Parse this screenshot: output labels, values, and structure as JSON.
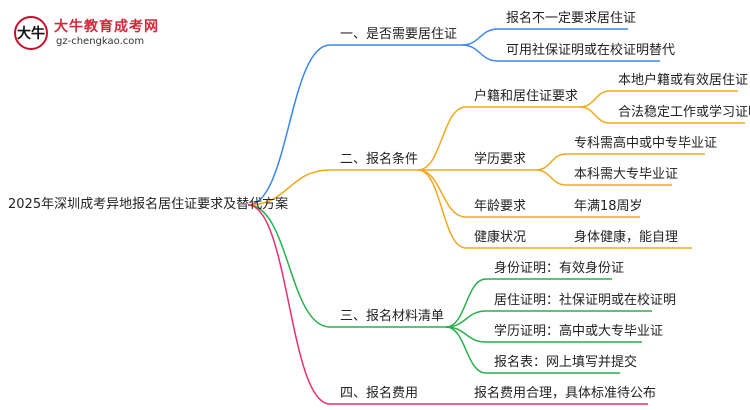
{
  "logo": {
    "mark": "大牛",
    "title": "大牛教育成考网",
    "url": "gz-chengkao.com"
  },
  "colors": {
    "branch1": "#3b86ee",
    "branch2": "#f2a81e",
    "branch3": "#27b04a",
    "branch4": "#e8306b"
  },
  "root": "2025年深圳成考异地报名居住证要求及替代方案",
  "branches": [
    {
      "label": "一、是否需要居住证",
      "children": [
        {
          "label": "报名不一定要求居住证"
        },
        {
          "label": "可用社保证明或在校证明替代"
        }
      ]
    },
    {
      "label": "二、报名条件",
      "children": [
        {
          "label": "户籍和居住证要求",
          "children": [
            {
              "label": "本地户籍或有效居住证"
            },
            {
              "label": "合法稳定工作或学习证明"
            }
          ]
        },
        {
          "label": "学历要求",
          "children": [
            {
              "label": "专科需高中或中专毕业证"
            },
            {
              "label": "本科需大专毕业证"
            }
          ]
        },
        {
          "label": "年龄要求",
          "children": [
            {
              "label": "年满18周岁"
            }
          ]
        },
        {
          "label": "健康状况",
          "children": [
            {
              "label": "身体健康，能自理"
            }
          ]
        }
      ]
    },
    {
      "label": "三、报名材料清单",
      "children": [
        {
          "label": "身份证明：有效身份证"
        },
        {
          "label": "居住证明：社保证明或在校证明"
        },
        {
          "label": "学历证明：高中或大专毕业证"
        },
        {
          "label": "报名表：网上填写并提交"
        }
      ]
    },
    {
      "label": "四、报名费用",
      "children": [
        {
          "label": "报名费用合理，具体标准待公布"
        }
      ]
    }
  ]
}
